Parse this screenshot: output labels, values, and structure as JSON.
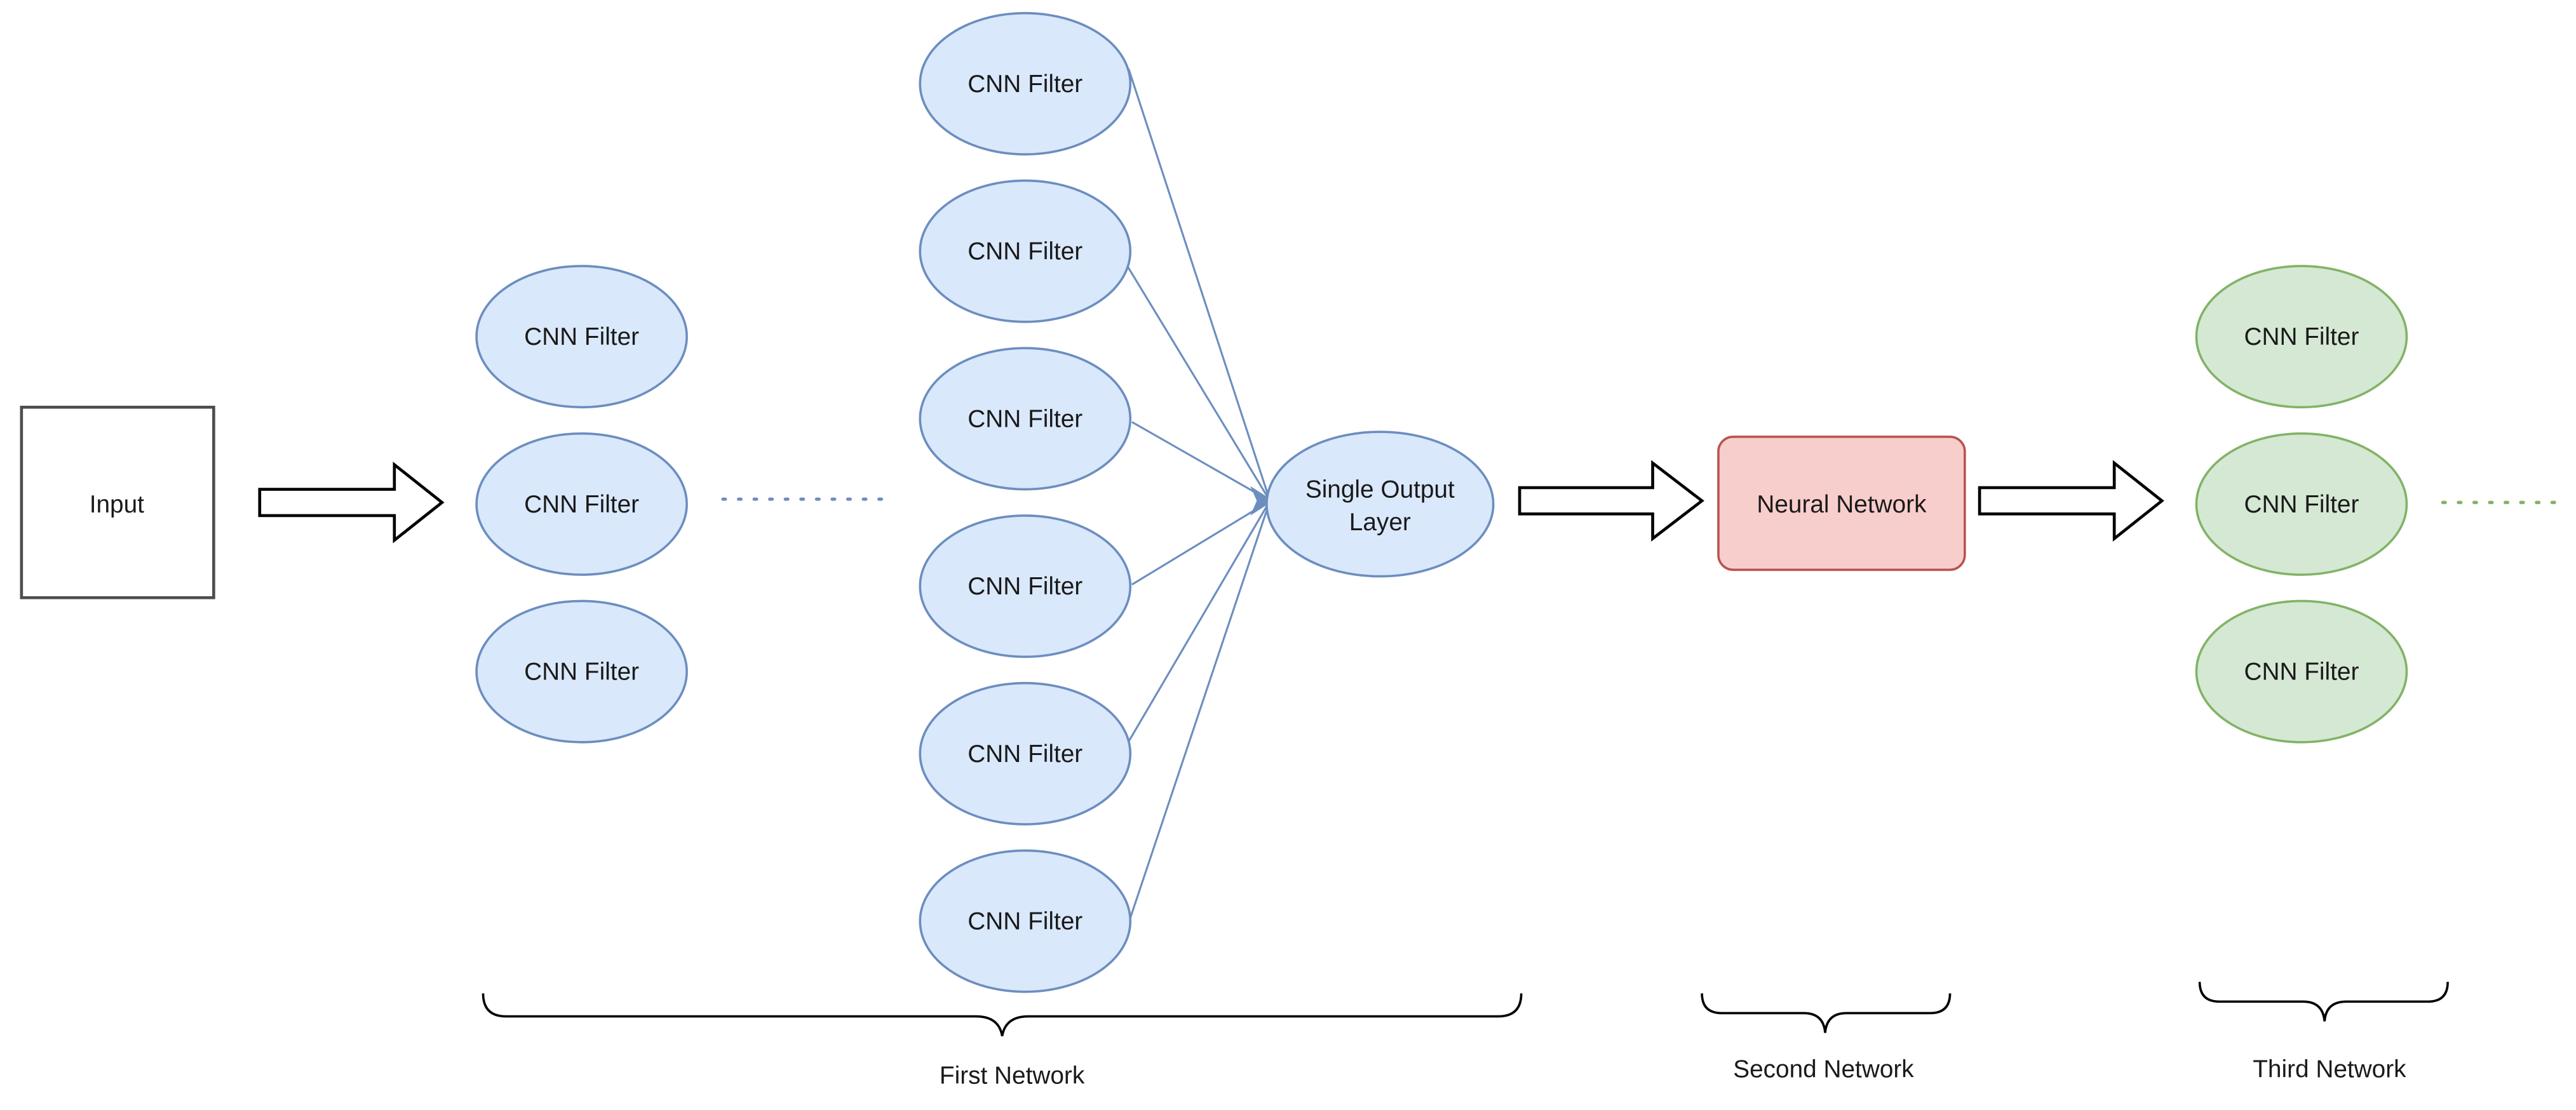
{
  "colors": {
    "blue_fill": "#dae8fc",
    "blue_stroke": "#6c8ebf",
    "green_fill": "#d5e8d4",
    "green_stroke": "#82b366",
    "red_fill": "#f8cecc",
    "red_stroke": "#b85450",
    "arrow_stroke": "#000000",
    "text": "#1a1a1a",
    "brace": "#000000"
  },
  "input": {
    "label": "Input"
  },
  "first_network": {
    "column_a": [
      "CNN Filter",
      "CNN Filter",
      "CNN Filter"
    ],
    "column_b": [
      "CNN Filter",
      "CNN Filter",
      "CNN Filter",
      "CNN Filter",
      "CNN Filter",
      "CNN Filter"
    ],
    "output_layer": {
      "line1": "Single Output",
      "line2": "Layer"
    },
    "brace_label": "First Network"
  },
  "second_network": {
    "box_label": "Neural Network",
    "brace_label": "Second Network"
  },
  "third_network": {
    "column": [
      "CNN Filter",
      "CNN Filter",
      "CNN Filter"
    ],
    "brace_label": "Third Network"
  }
}
